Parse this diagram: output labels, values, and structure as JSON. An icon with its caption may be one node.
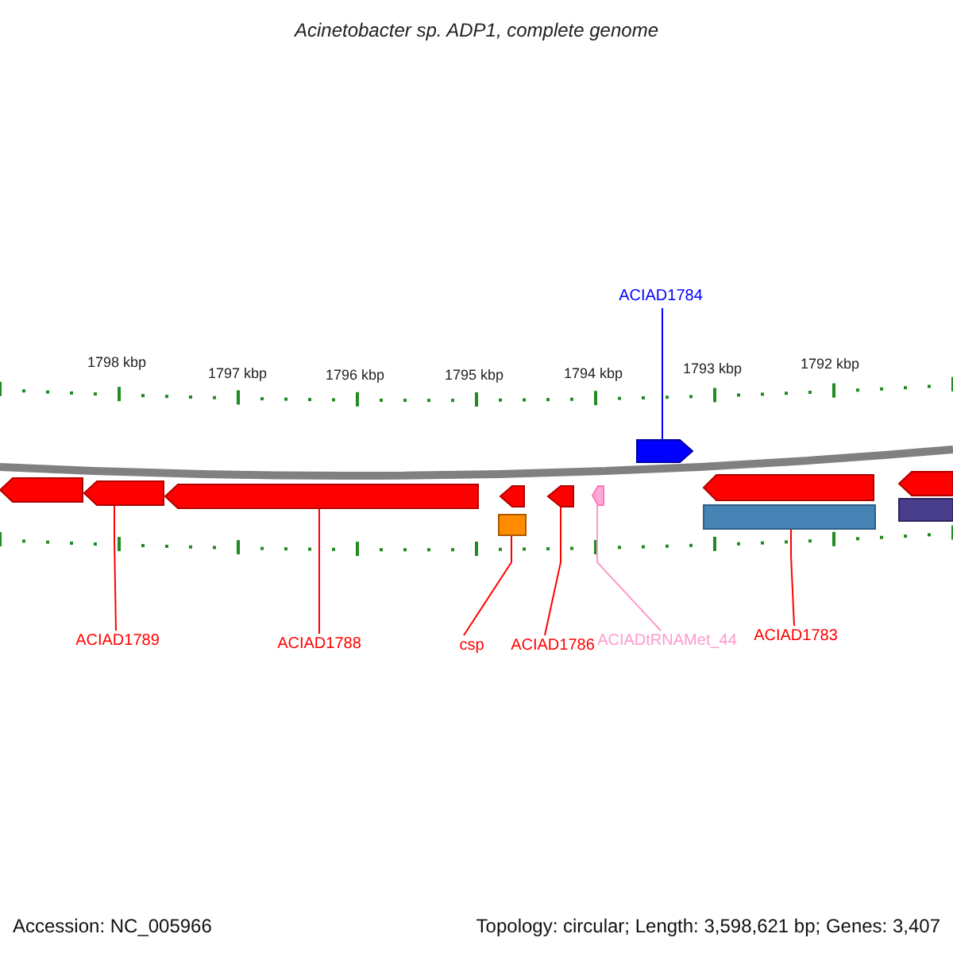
{
  "diagram": {
    "title": "Acinetobacter sp. ADP1, complete genome",
    "nodes": [
      {
        "text": [
          "ACIAD1784"
        ]
      },
      {
        "text": [],
        "shape": "pentagon"
      },
      {
        "text": [],
        "shape": "pentagon"
      },
      {
        "text": [],
        "shape": "pentagon"
      },
      {
        "text": [],
        "shape": "pentagon"
      },
      {
        "text": [],
        "shape": "pentagon"
      },
      {
        "text": [],
        "shape": "box"
      },
      {
        "text": [],
        "shape": "pentagon"
      },
      {
        "text": [],
        "shape": "pentagon"
      },
      {
        "text": [],
        "shape": "pentagon"
      },
      {
        "text": [],
        "shape": "box"
      },
      {
        "text": [],
        "shape": "pentagon"
      },
      {
        "text": [],
        "shape": "box"
      },
      {
        "text": [
          "ACIAD1789"
        ]
      },
      {
        "text": [
          "ACIAD1788"
        ]
      },
      {
        "text": [
          "csp"
        ]
      },
      {
        "text": [
          "ACIAD1786"
        ]
      },
      {
        "text": [
          "ACIADtRNAMet_44"
        ]
      },
      {
        "text": [
          "ACIAD1783"
        ]
      }
    ],
    "edges": [
      {
        "from": 0,
        "to": 1,
        "arrow": "none",
        "color": "#0000ff"
      },
      {
        "from": 13,
        "to": 3,
        "arrow": "none"
      },
      {
        "from": 14,
        "to": 4,
        "arrow": "none"
      },
      {
        "from": 15,
        "to": 6,
        "arrow": "none"
      },
      {
        "from": 16,
        "to": 7,
        "arrow": "none"
      },
      {
        "from": 17,
        "to": 8,
        "arrow": "none",
        "color": "#ff99cc"
      },
      {
        "from": 18,
        "to": 10,
        "arrow": "none"
      }
    ],
    "labels": [
      "1798 kbp",
      "1797 kbp",
      "1796 kbp",
      "1795 kbp",
      "1794 kbp",
      "1793 kbp",
      "1792 kbp",
      "Accession: NC_005966",
      "Topology: circular; Length: 3,598,621 bp; Genes: 3,407"
    ]
  }
}
